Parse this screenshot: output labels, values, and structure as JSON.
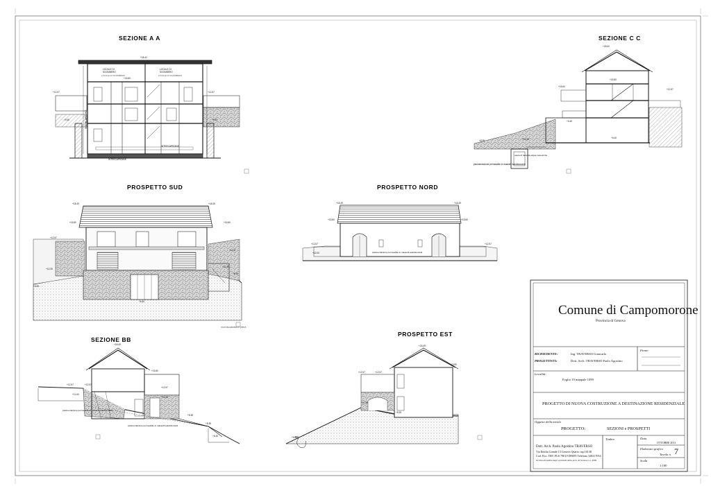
{
  "views": {
    "sezione_aa": {
      "title": "SEZIONE  A A"
    },
    "sezione_cc": {
      "title": "SEZIONE  C C"
    },
    "prospetto_sud": {
      "title": "PROSPETTO SUD"
    },
    "prospetto_nord": {
      "title": "PROSPETTO  NORD"
    },
    "sezione_bb": {
      "title": "SEZIONE BB"
    },
    "prospetto_est": {
      "title": "PROSPETTO  EST"
    }
  },
  "title_block": {
    "comune": "Comune di Campomorone",
    "provincia": "Provincia di Genova",
    "firme_label": "Firme:",
    "richiedente_label": "RICHIEDENTE:",
    "richiedente_value": "Ing.   TRAVERSO Giancarlo",
    "progettista_label": "PROGETTISTA:",
    "progettista_value": "Dott. Arch. TRAVERSO Paolo Agostino",
    "localita_label": "Località:",
    "localita_value": "Foglio 19  mappale 1099",
    "progetto_title": "PROGETTO DI NUOVA COSTRUZIONE A DESTINAZIONE RESIDENZIALE",
    "oggetto_label": "Oggetto della tavola",
    "progetto_label": "PROGETTO:",
    "progetto_value": "SEZIONI  e  PROSPETTI",
    "studio_line1": "Dott. Arch. Paolo Agostino TRAVERSO",
    "studio_line2": "Via Emilia Grande 13 Genova Quarto cap 16148",
    "studio_line3": "Cod. Fisc. TRV PGS 79E19 D969Y    Telefono 328217054",
    "studio_line4": "iscritto all'ordine degli architetti della prov. di Genova n.r. 4999",
    "timbro_label": "Timbro",
    "data_label": "Data",
    "data_value": "OTTOBRE 2013",
    "elaborato_label": "Elaborato grafico",
    "tavola_label": "Tavola n.",
    "tavola_value": "7",
    "scala_label": "Scala",
    "scala_value": "1:100"
  },
  "rooms": {
    "locale_a": "LOCALE DI SGOMBERO",
    "locale_b": "LOCALE DI SGOMBERO"
  },
  "labels": {
    "intercapedine": "INTERCAPEDINE",
    "pav_permeabile_1": "pavimentazione permeabile in masselli autobloccanti",
    "pav_permeabile_2": "pavimentazione permeabile in masselli autobloccanti",
    "pav_permeabile_3": "pavimentazione permeabile in masselli autobloccanti",
    "pav_permeabile_4": "pavimentazione permeabile in masselli autobloccanti",
    "vasca_label": "vasca di raccolta acque meteoriche",
    "drain_label": "drain",
    "stone_note": "muri facciavista in pietra"
  },
  "colors": {
    "ink": "#111111",
    "hatch": "#888888",
    "ground": "#cfcfcf"
  }
}
